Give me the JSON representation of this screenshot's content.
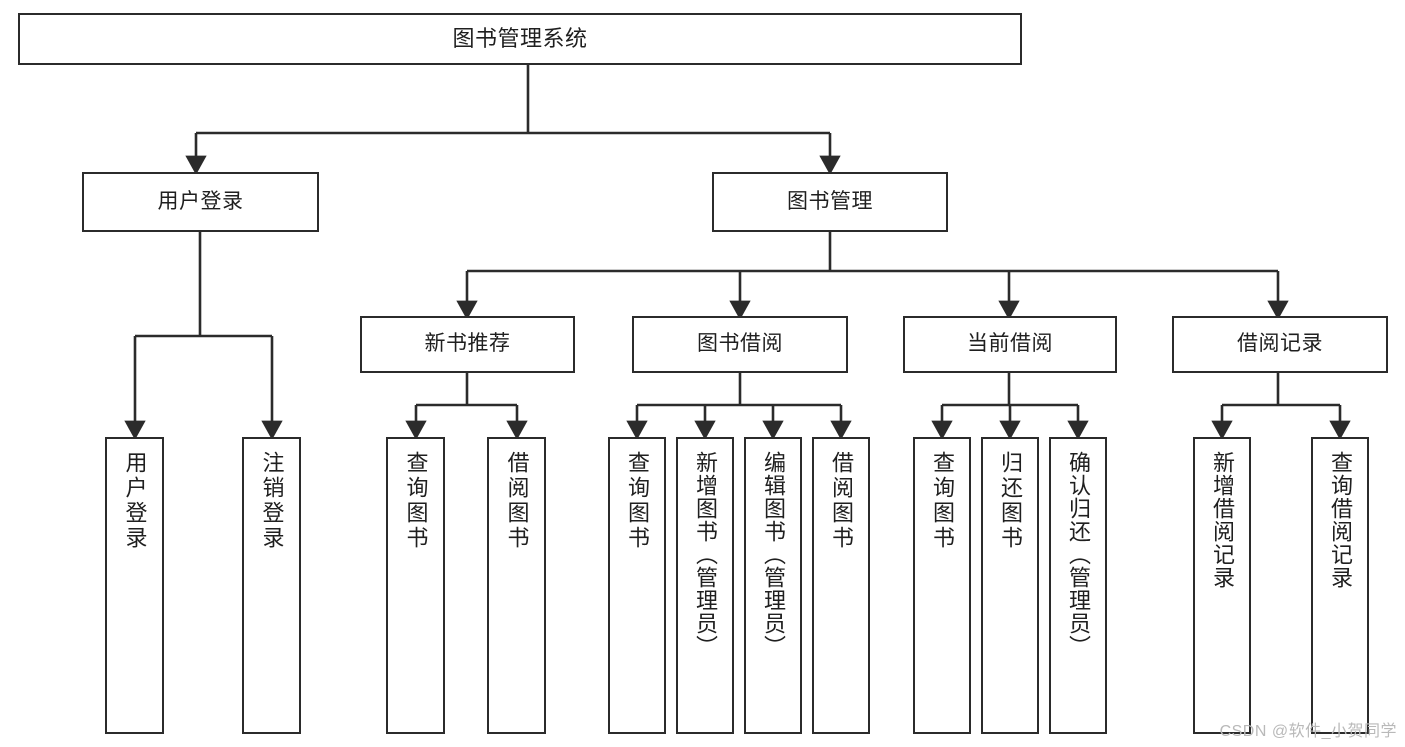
{
  "diagram": {
    "type": "tree-hierarchy",
    "title": "图书管理系统",
    "watermark": "CSDN @软件_小贺同学",
    "colors": {
      "box_border": "#2b2b2b",
      "box_fill": "#ffffff",
      "edge": "#2b2b2b",
      "text": "#1f1f1f",
      "watermark": "#b9b9b9",
      "background": "#ffffff"
    },
    "levels": {
      "root": "图书管理系统",
      "level2": [
        "用户登录",
        "图书管理"
      ],
      "level3": [
        "新书推荐",
        "图书借阅",
        "当前借阅",
        "借阅记录"
      ]
    },
    "nodes": {
      "root": {
        "label": "图书管理系统"
      },
      "user_login": {
        "label": "用户登录"
      },
      "book_manage": {
        "label": "图书管理"
      },
      "new_book_rec": {
        "label": "新书推荐"
      },
      "book_borrow": {
        "label": "图书借阅"
      },
      "current_borrow": {
        "label": "当前借阅"
      },
      "borrow_record": {
        "label": "借阅记录"
      },
      "leaf_user_login": {
        "label": "用户登录"
      },
      "leaf_user_logout": {
        "label": "注销登录"
      },
      "leaf_query_book_1": {
        "label": "查询图书"
      },
      "leaf_borrow_book_1": {
        "label": "借阅图书"
      },
      "leaf_query_book_2": {
        "label": "查询图书"
      },
      "leaf_add_book": {
        "label": "新增图书（管理员）"
      },
      "leaf_edit_book": {
        "label": "编辑图书（管理员）"
      },
      "leaf_borrow_book_2": {
        "label": "借阅图书"
      },
      "leaf_query_book_3": {
        "label": "查询图书"
      },
      "leaf_return_book": {
        "label": "归还图书"
      },
      "leaf_confirm_return": {
        "label": "确认归还（管理员）"
      },
      "leaf_add_record": {
        "label": "新增借阅记录"
      },
      "leaf_query_record": {
        "label": "查询借阅记录"
      }
    },
    "edges": [
      {
        "from": "root",
        "to": "user_login"
      },
      {
        "from": "root",
        "to": "book_manage"
      },
      {
        "from": "user_login",
        "to": "leaf_user_login"
      },
      {
        "from": "user_login",
        "to": "leaf_user_logout"
      },
      {
        "from": "book_manage",
        "to": "new_book_rec"
      },
      {
        "from": "book_manage",
        "to": "book_borrow"
      },
      {
        "from": "book_manage",
        "to": "current_borrow"
      },
      {
        "from": "book_manage",
        "to": "borrow_record"
      },
      {
        "from": "new_book_rec",
        "to": "leaf_query_book_1"
      },
      {
        "from": "new_book_rec",
        "to": "leaf_borrow_book_1"
      },
      {
        "from": "book_borrow",
        "to": "leaf_query_book_2"
      },
      {
        "from": "book_borrow",
        "to": "leaf_add_book"
      },
      {
        "from": "book_borrow",
        "to": "leaf_edit_book"
      },
      {
        "from": "book_borrow",
        "to": "leaf_borrow_book_2"
      },
      {
        "from": "current_borrow",
        "to": "leaf_query_book_3"
      },
      {
        "from": "current_borrow",
        "to": "leaf_return_book"
      },
      {
        "from": "current_borrow",
        "to": "leaf_confirm_return"
      },
      {
        "from": "borrow_record",
        "to": "leaf_add_record"
      },
      {
        "from": "borrow_record",
        "to": "leaf_query_record"
      }
    ]
  }
}
